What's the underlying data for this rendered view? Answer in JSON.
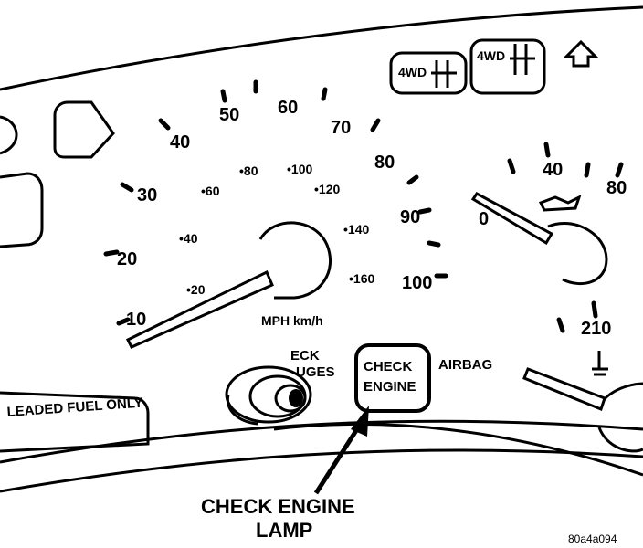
{
  "speedometer": {
    "mph_labels": [
      "10",
      "20",
      "30",
      "40",
      "50",
      "60",
      "70",
      "80",
      "90",
      "100"
    ],
    "kmh_labels": [
      "20",
      "40",
      "60",
      "80",
      "100",
      "120",
      "140",
      "160"
    ],
    "units_label": "MPH km/h"
  },
  "oil_gauge": {
    "labels": [
      "0",
      "40",
      "80"
    ]
  },
  "temp_gauge": {
    "label": "210"
  },
  "indicators": {
    "check_gauges_line1": "ECK",
    "check_gauges_line2": "UGES",
    "check_engine_line1": "CHECK",
    "check_engine_line2": "ENGINE",
    "airbag": "AIRBAG",
    "fuel_label": "LEADED FUEL ONLY",
    "fourwd_left": "4WD",
    "fourwd_right": "4WD"
  },
  "callout": {
    "line1": "CHECK ENGINE",
    "line2": "LAMP"
  },
  "figure_id": "80a4a094"
}
